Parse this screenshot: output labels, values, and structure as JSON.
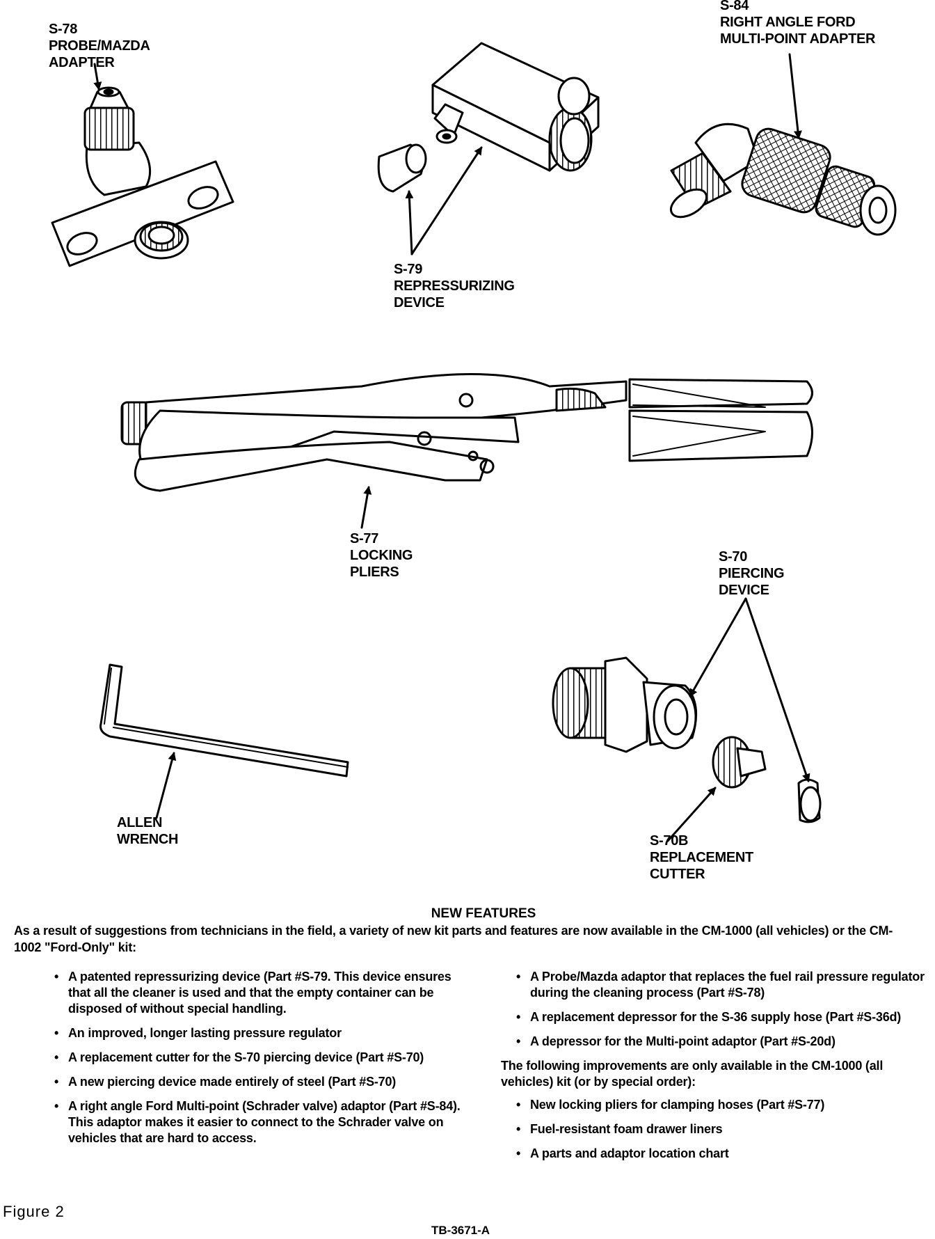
{
  "parts": {
    "s78": {
      "code": "S-78",
      "line1": "PROBE/MAZDA",
      "line2": "ADAPTER"
    },
    "s84": {
      "code": "S-84",
      "line1": "RIGHT ANGLE FORD",
      "line2": "MULTI-POINT ADAPTER"
    },
    "s79": {
      "code": "S-79",
      "line1": "REPRESSURIZING",
      "line2": "DEVICE"
    },
    "s77": {
      "code": "S-77",
      "line1": "LOCKING",
      "line2": "PLIERS"
    },
    "s70": {
      "code": "S-70",
      "line1": "PIERCING",
      "line2": "DEVICE"
    },
    "allen": {
      "line1": "ALLEN",
      "line2": "WRENCH"
    },
    "s70b": {
      "code": "S-70B",
      "line1": "REPLACEMENT",
      "line2": "CUTTER"
    }
  },
  "features": {
    "heading": "NEW FEATURES",
    "intro": "As a result of suggestions from technicians in the field, a variety of new kit parts and features are now available in the CM-1000 (all vehicles) or the CM-1002 \"Ford-Only\" kit:",
    "left_items": [
      "A patented repressurizing device (Part #S-79. This device ensures that all the cleaner is used and that the empty container can be disposed of without special handling.",
      "An improved, longer lasting pressure regulator",
      "A replacement cutter for the S-70 piercing device (Part #S-70)",
      "A new piercing device made entirely of steel (Part #S-70)",
      "A right angle Ford Multi-point (Schrader valve) adaptor (Part #S-84). This adaptor makes it easier to connect to the Schrader valve on vehicles that are hard to access."
    ],
    "right_items": [
      "A Probe/Mazda adaptor that replaces the fuel rail pressure regulator during the cleaning process (Part #S-78)",
      "A replacement depressor for the S-36 supply hose (Part #S-36d)",
      "A depressor for the Multi-point adaptor (Part #S-20d)"
    ],
    "cm1000_note": "The following improvements are only available in the CM-1000 (all vehicles) kit (or by special order):",
    "cm1000_items": [
      "New locking pliers for clamping hoses (Part #S-77)",
      "Fuel-resistant foam drawer liners",
      "A parts and adaptor location chart"
    ]
  },
  "figure_caption": "Figure 2",
  "doc_number": "TB-3671-A"
}
